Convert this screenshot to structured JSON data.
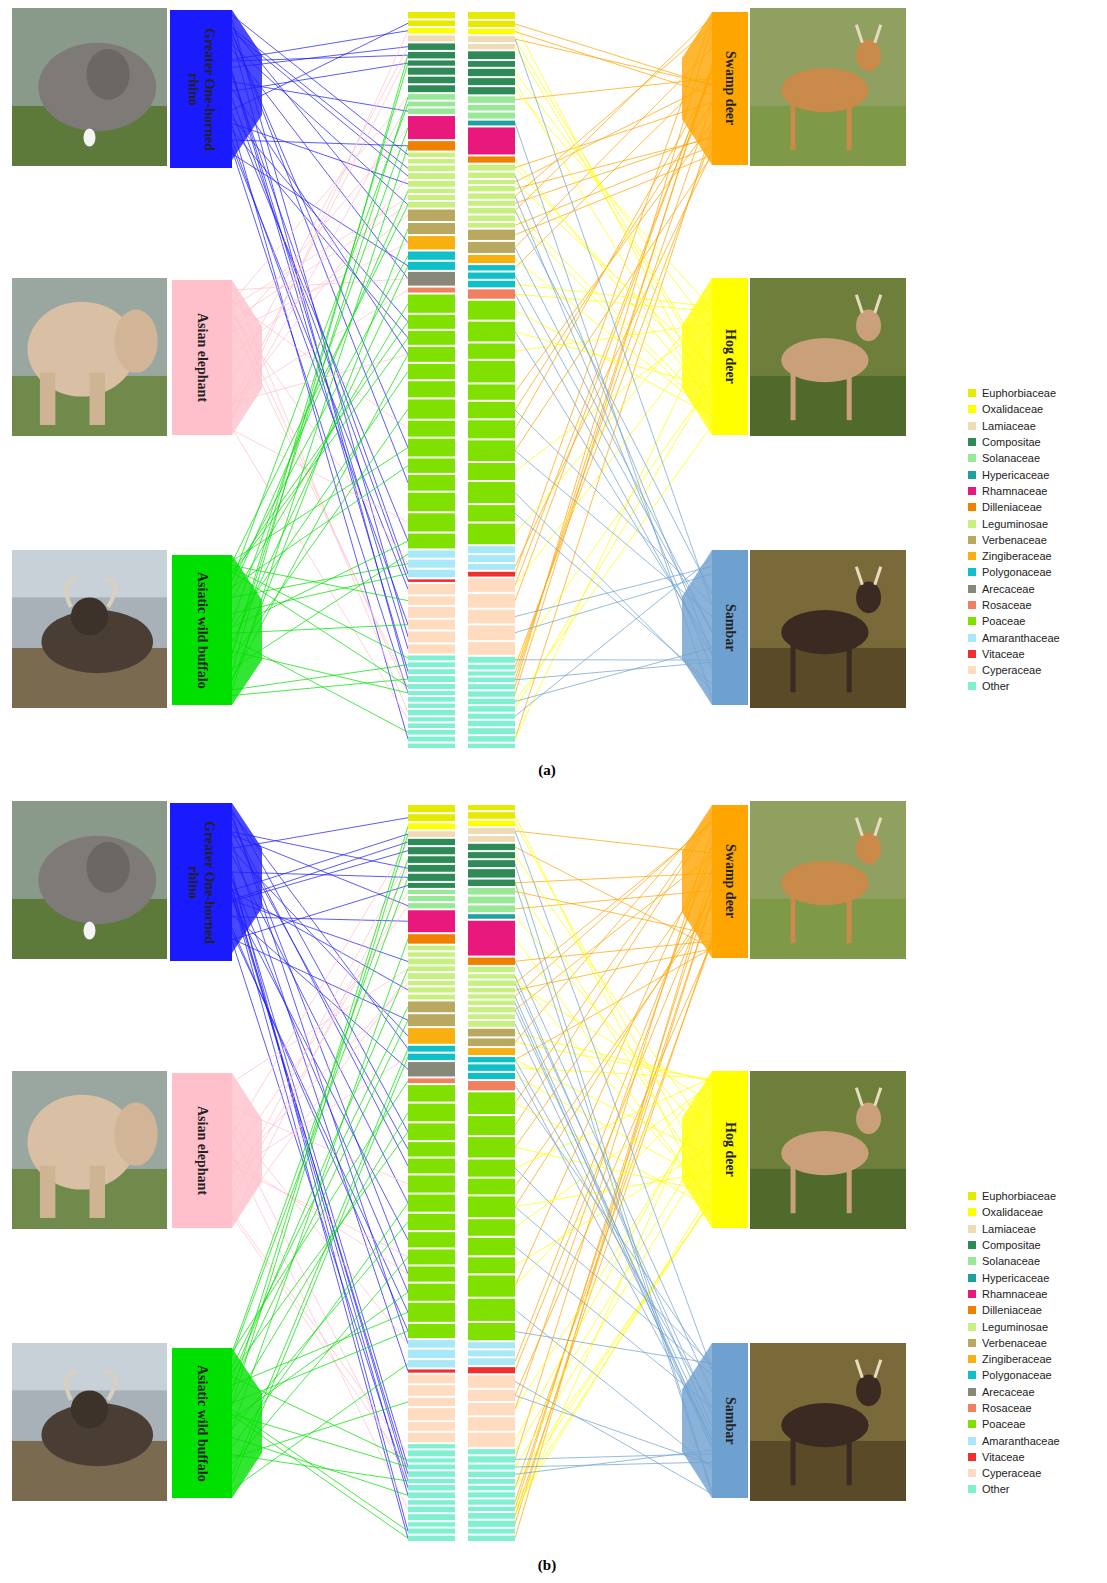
{
  "diagram": {
    "nodes": [
      {
        "text": [
          "Greater One-horned rhino"
        ]
      },
      {
        "text": [
          "Asian elephant"
        ]
      },
      {
        "text": [
          "Asiatic wild buffalo"
        ]
      },
      {
        "text": [
          "Swamp deer"
        ]
      },
      {
        "text": [
          "Hog deer"
        ]
      },
      {
        "text": [
          "Sambar"
        ]
      },
      {
        "text": [
          "Greater One-horned rhino"
        ]
      },
      {
        "text": [
          "Asian elephant"
        ]
      },
      {
        "text": [
          "Asiatic wild buffalo"
        ]
      },
      {
        "text": [
          "Swamp deer"
        ]
      },
      {
        "text": [
          "Hog deer"
        ]
      },
      {
        "text": [
          "Sambar"
        ]
      }
    ],
    "labels": [
      "(a)",
      "(b)"
    ],
    "legend": [
      {
        "text": "Euphorbiaceae",
        "color": "#e6ea00"
      },
      {
        "text": "Oxalidaceae",
        "color": "#ffff00"
      },
      {
        "text": "Lamiaceae",
        "color": "#efdcb4"
      },
      {
        "text": "Compositae",
        "color": "#2e8b57"
      },
      {
        "text": "Solanaceae",
        "color": "#98e898"
      },
      {
        "text": "Hypericaceae",
        "color": "#20a0a0"
      },
      {
        "text": "Rhamnaceae",
        "color": "#e8187c"
      },
      {
        "text": "Dilleniaceae",
        "color": "#f08000"
      },
      {
        "text": "Leguminosae",
        "color": "#c8f080"
      },
      {
        "text": "Verbenaceae",
        "color": "#b8a860"
      },
      {
        "text": "Zingiberaceae",
        "color": "#f8b010"
      },
      {
        "text": "Polygonaceae",
        "color": "#10c0c8"
      },
      {
        "text": "Arecaceae",
        "color": "#888878"
      },
      {
        "text": "Rosaceae",
        "color": "#f08060"
      },
      {
        "text": "Poaceae",
        "color": "#80e000"
      },
      {
        "text": "Amaranthaceae",
        "color": "#a8e8f8"
      },
      {
        "text": "Vitaceae",
        "color": "#f03030"
      },
      {
        "text": "Cyperaceae",
        "color": "#ffdcc0"
      },
      {
        "text": "Other",
        "color": "#80f0d0"
      },
      {
        "text": "Euphorbiaceae",
        "color": "#e6ea00"
      },
      {
        "text": "Oxalidaceae",
        "color": "#ffff00"
      },
      {
        "text": "Lamiaceae",
        "color": "#efdcb4"
      },
      {
        "text": "Compositae",
        "color": "#2e8b57"
      },
      {
        "text": "Solanaceae",
        "color": "#98e898"
      },
      {
        "text": "Hypericaceae",
        "color": "#20a0a0"
      },
      {
        "text": "Rhamnaceae",
        "color": "#e8187c"
      },
      {
        "text": "Dilleniaceae",
        "color": "#f08000"
      },
      {
        "text": "Leguminosae",
        "color": "#c8f080"
      },
      {
        "text": "Verbenaceae",
        "color": "#b8a860"
      },
      {
        "text": "Zingiberaceae",
        "color": "#f8b010"
      },
      {
        "text": "Polygonaceae",
        "color": "#10c0c8"
      },
      {
        "text": "Arecaceae",
        "color": "#888878"
      },
      {
        "text": "Rosaceae",
        "color": "#f08060"
      },
      {
        "text": "Poaceae",
        "color": "#80e000"
      },
      {
        "text": "Amaranthaceae",
        "color": "#a8e8f8"
      },
      {
        "text": "Vitaceae",
        "color": "#f03030"
      },
      {
        "text": "Cyperaceae",
        "color": "#ffdcc0"
      },
      {
        "text": "Other",
        "color": "#80f0d0"
      }
    ]
  }
}
